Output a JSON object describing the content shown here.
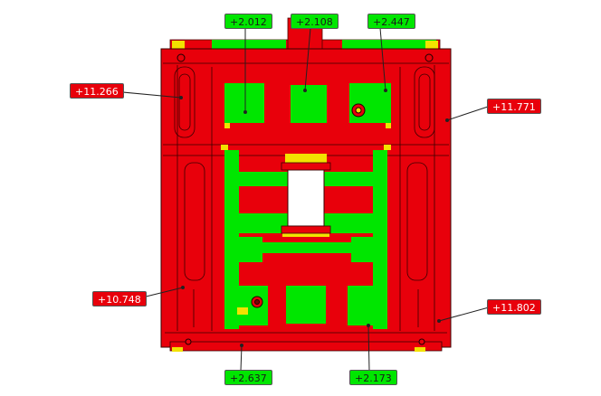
{
  "colors": {
    "deviation_high": "#e8000b",
    "deviation_ok": "#00e600",
    "transition": "#f2e200",
    "hole": "#ffffff"
  },
  "deviation_labels": [
    {
      "id": "top-1",
      "text": "+2.012",
      "status": "green"
    },
    {
      "id": "top-2",
      "text": "+2.108",
      "status": "green"
    },
    {
      "id": "top-3",
      "text": "+2.447",
      "status": "green"
    },
    {
      "id": "upper-left",
      "text": "+11.266",
      "status": "red"
    },
    {
      "id": "upper-right",
      "text": "+11.771",
      "status": "red"
    },
    {
      "id": "lower-left",
      "text": "+10.748",
      "status": "red"
    },
    {
      "id": "lower-right",
      "text": "+11.802",
      "status": "red"
    },
    {
      "id": "bottom-1",
      "text": "+2.637",
      "status": "green"
    },
    {
      "id": "bottom-2",
      "text": "+2.173",
      "status": "green"
    }
  ]
}
